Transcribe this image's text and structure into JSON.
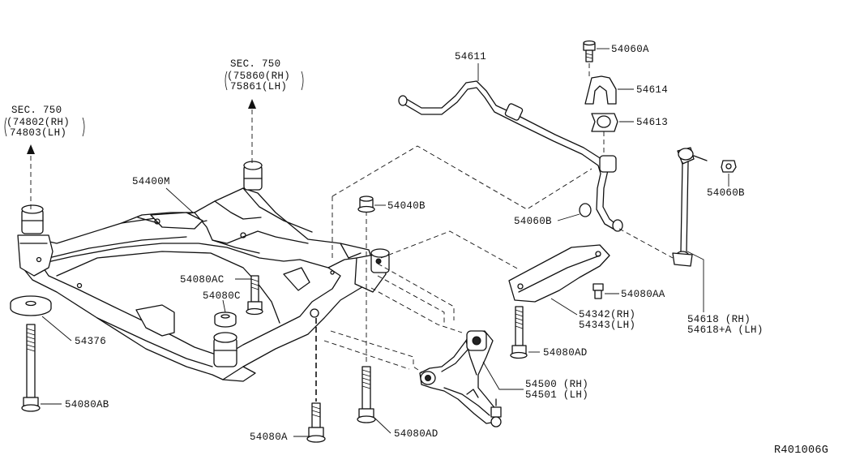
{
  "diagram": {
    "ref_code": "R401006G",
    "sections": [
      {
        "sec": "SEC. 750",
        "lines": [
          "(74802(RH)",
          "74803(LH)"
        ]
      },
      {
        "sec": "SEC. 750",
        "lines": [
          "(75860(RH)",
          "75861(LH)"
        ]
      }
    ],
    "labels": {
      "member": "54400M",
      "insulator_washer": "54376",
      "bolt_ab": "54080AB",
      "bolt_ac": "54080AC",
      "spacer_c": "54080C",
      "bolt_a": "54080A",
      "bolt_ad_lower": "54080AD",
      "nut_b_center": "54040B",
      "stabilizer": "54611",
      "bolt_60a": "54060A",
      "bracket_14": "54614",
      "bushing_13": "54613",
      "nut_60b_right": "54060B",
      "nut_60b_left": "54060B",
      "link_rh": "54618 (RH)",
      "link_lh": "54618+A (LH)",
      "bracket_rh": "54342(RH)",
      "bracket_lh": "54343(LH)",
      "bolt_aa": "54080AA",
      "bolt_ad_right": "54080AD",
      "arm_rh": "54500 (RH)",
      "arm_lh": "54501 (LH)"
    }
  }
}
